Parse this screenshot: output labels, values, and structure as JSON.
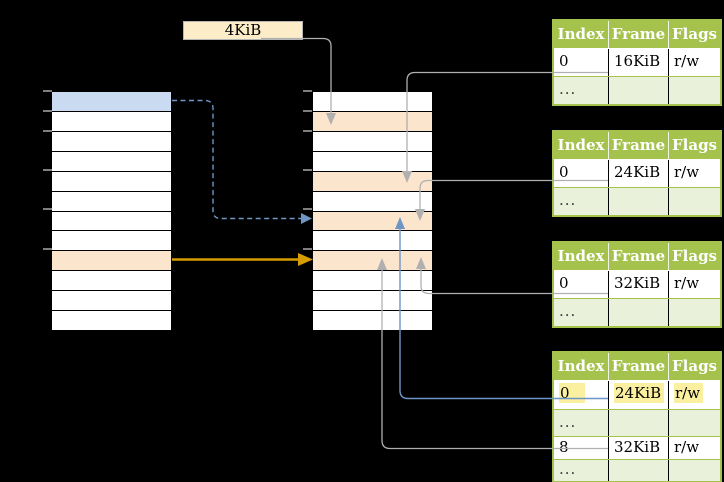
{
  "page_size_label": "4KiB",
  "memory": {
    "left_column": {
      "rows": [
        "blue",
        "white",
        "white",
        "white",
        "white",
        "white",
        "white",
        "white",
        "orange",
        "white",
        "white",
        "white"
      ]
    },
    "middle_column": {
      "rows": [
        "white",
        "orange",
        "white",
        "white",
        "orange",
        "white",
        "orange",
        "white",
        "orange",
        "white",
        "white",
        "white"
      ]
    },
    "tick_offsets": [
      0,
      20,
      40,
      79,
      118,
      158
    ]
  },
  "tables": [
    {
      "headers": [
        "Index",
        "Frame",
        "Flags"
      ],
      "rows": [
        [
          "0",
          "16KiB",
          "r/w"
        ],
        [
          "...",
          "",
          ""
        ]
      ]
    },
    {
      "headers": [
        "Index",
        "Frame",
        "Flags"
      ],
      "rows": [
        [
          "0",
          "24KiB",
          "r/w"
        ],
        [
          "...",
          "",
          ""
        ]
      ]
    },
    {
      "headers": [
        "Index",
        "Frame",
        "Flags"
      ],
      "rows": [
        [
          "0",
          "32KiB",
          "r/w"
        ],
        [
          "...",
          "",
          ""
        ]
      ]
    },
    {
      "headers": [
        "Index",
        "Frame",
        "Flags"
      ],
      "rows": [
        [
          "0",
          "24KiB",
          "r/w"
        ],
        [
          "...",
          "",
          ""
        ],
        [
          "8",
          "32KiB",
          "r/w"
        ],
        [
          "...",
          "",
          ""
        ]
      ],
      "highlighted_row": 0
    }
  ],
  "connectors": [
    {
      "style": "solid-gray",
      "from": "page-size-label",
      "to": "middle-column-row-2"
    },
    {
      "style": "solid-gray",
      "from": "table-1-row-0",
      "to": "middle-column-row-5"
    },
    {
      "style": "solid-gray",
      "from": "table-2-row-0",
      "to": "middle-column-row-7"
    },
    {
      "style": "solid-gray",
      "from": "table-3-row-0",
      "to": "middle-column-row-9"
    },
    {
      "style": "solid-blue",
      "from": "table-4-row-0",
      "to": "middle-column-row-7"
    },
    {
      "style": "solid-gray",
      "from": "table-4-row-2",
      "to": "middle-column-row-9"
    },
    {
      "style": "dashed-blue",
      "from": "left-column-row-1",
      "to": "middle-column-row-7"
    },
    {
      "style": "solid-gold",
      "from": "left-column-row-9",
      "to": "middle-column-row-9"
    }
  ],
  "colors": {
    "background": "#000000",
    "table_green": "#a4c24c",
    "table_row_green": "#eaf1db",
    "page_blue": "#c9daf1",
    "frame_orange": "#fce5cd",
    "label_cream": "#fcedc8",
    "highlight_yellow": "#faf0a0",
    "connector_gray": "#b0b0b0",
    "connector_blue": "#6d96c5",
    "arrow_gold": "#d79c00"
  }
}
